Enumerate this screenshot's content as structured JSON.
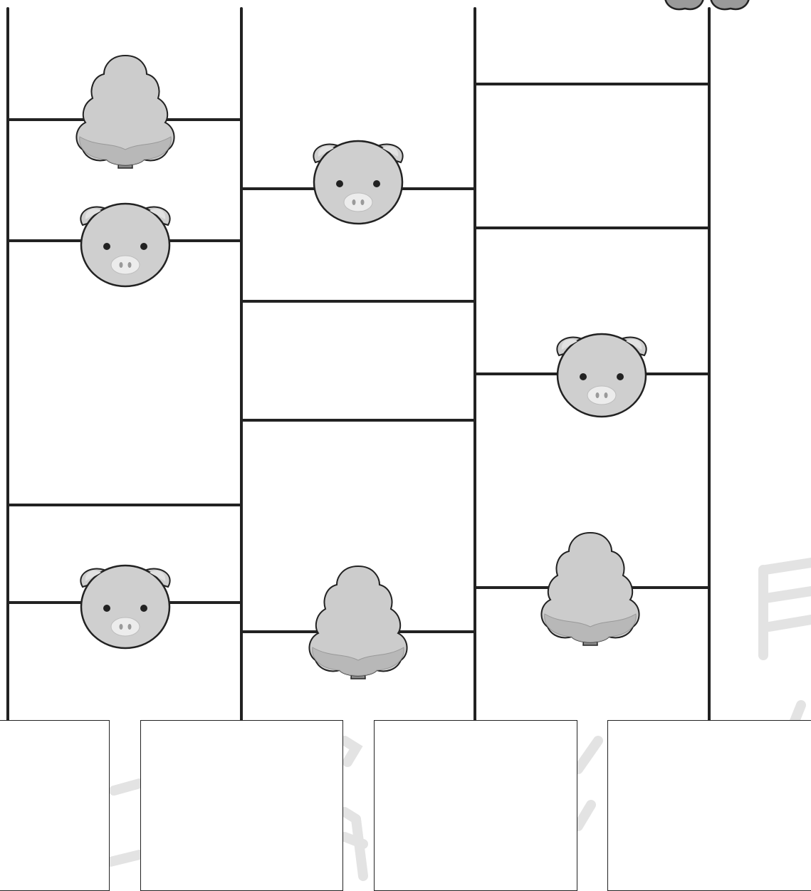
{
  "puzzle": {
    "type": "amidakuji-ladder",
    "columns": 4,
    "answer_boxes": [
      "",
      "",
      "",
      ""
    ]
  },
  "watermark": {
    "text": "無断コピー禁止",
    "color": "#e3e3e3"
  },
  "colors": {
    "line": "#222222",
    "pig_face": "#cfcfcf",
    "tree_top": "#cccccc",
    "tree_trunk": "#888888"
  },
  "icons": [
    "pig-face-icon",
    "tree-icon",
    "apple-icon"
  ]
}
